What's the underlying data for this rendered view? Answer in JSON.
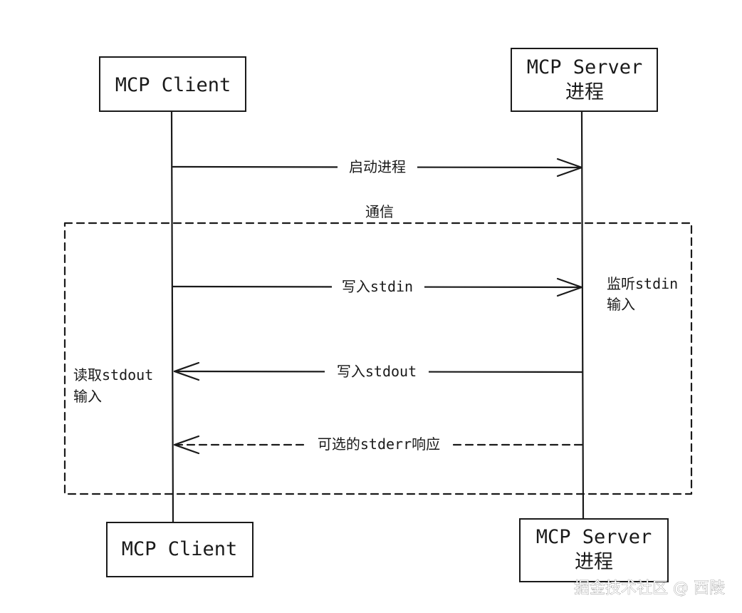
{
  "participants": {
    "client_top": {
      "label": "MCP Client"
    },
    "server_top": {
      "line1": "MCP Server",
      "line2": "进程"
    },
    "client_bottom": {
      "label": "MCP Client"
    },
    "server_bottom": {
      "line1": "MCP Server",
      "line2": "进程"
    }
  },
  "messages": {
    "start_process": "启动进程",
    "write_stdin": "写入stdin",
    "write_stdout": "写入stdout",
    "stderr_response": "可选的stderr响应"
  },
  "group": {
    "label": "通信"
  },
  "notes": {
    "server_listen": {
      "line1": "监听stdin",
      "line2": "输入"
    },
    "client_read": {
      "line1": "读取stdout",
      "line2": "输入"
    }
  },
  "watermark": "掘金技术社区 @ 西陵",
  "colors": {
    "ink": "#1a1a1a",
    "background": "#ffffff"
  }
}
